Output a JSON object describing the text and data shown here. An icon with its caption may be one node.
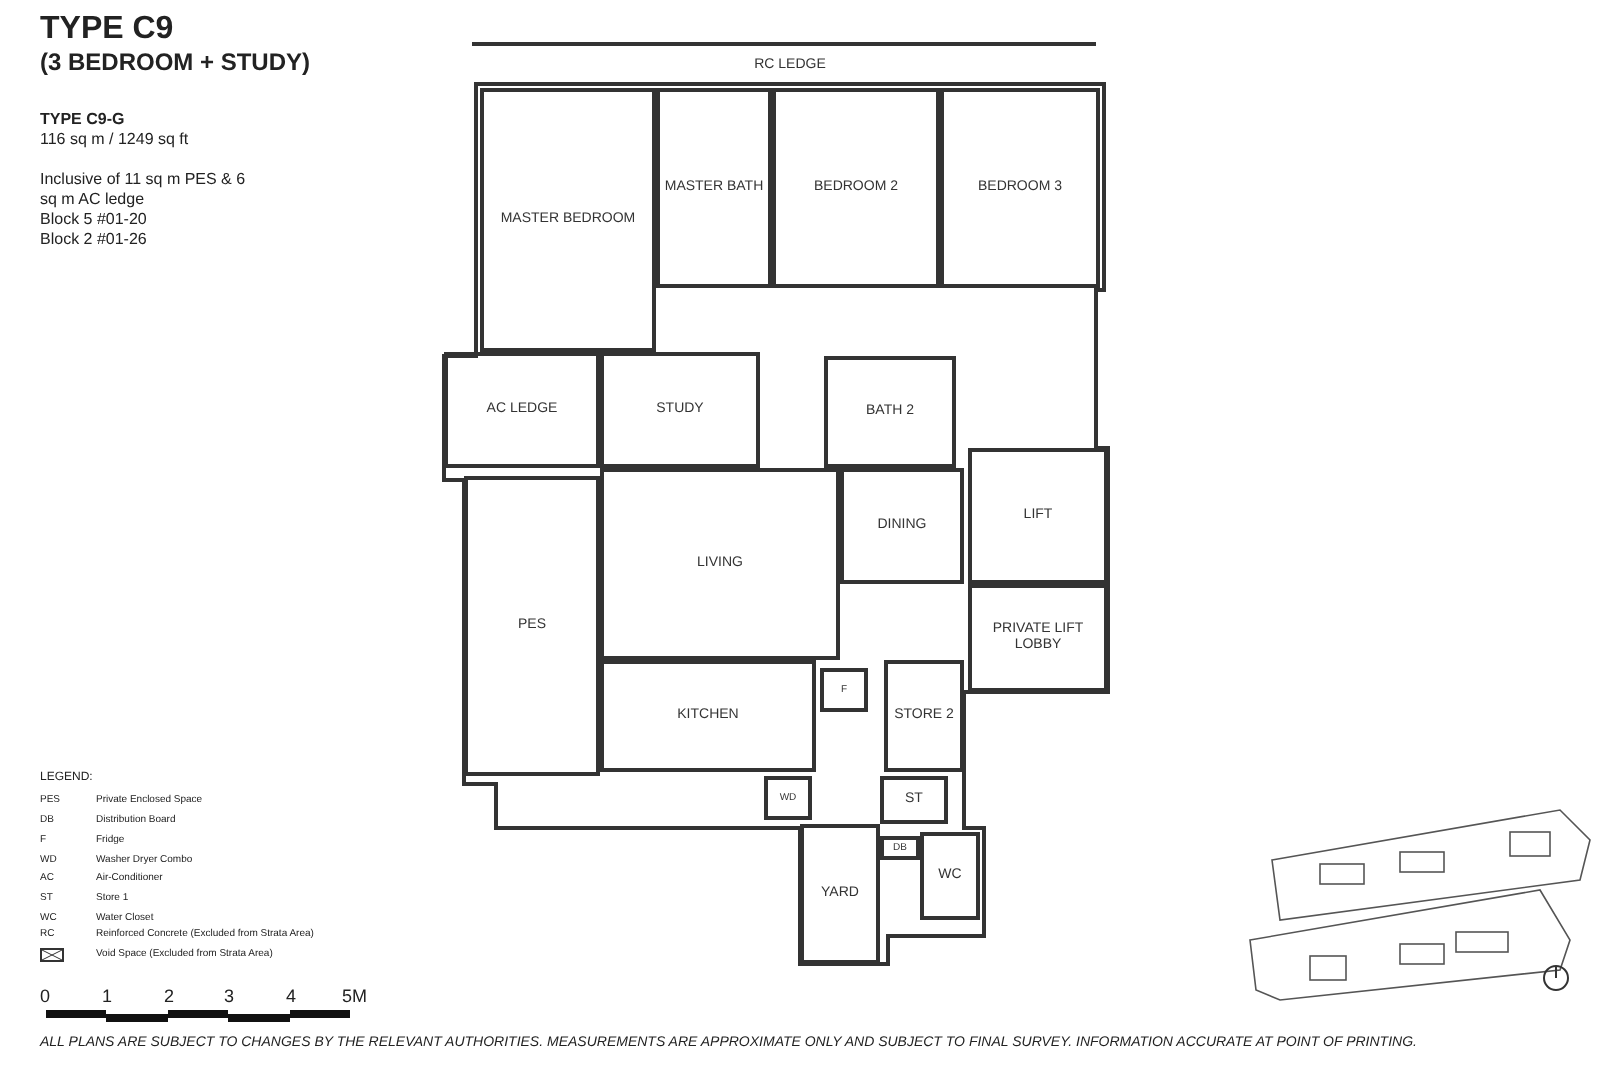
{
  "diagram": {
    "title": "TYPE  C9",
    "caption": "ALL PLANS ARE SUBJECT TO CHANGES BY THE RELEVANT AUTHORITIES. MEASUREMENTS ARE APPROXIMATE ONLY AND SUBJECT TO FINAL SURVEY. INFORMATION ACCURATE AT POINT OF PRINTING.",
    "nodes": [
      {
        "text": [
          "RC LEDGE"
        ]
      },
      {
        "text": [
          "MASTER BEDROOM"
        ]
      },
      {
        "text": [
          "MASTER BATH"
        ]
      },
      {
        "text": [
          "BEDROOM 2"
        ]
      },
      {
        "text": [
          "BEDROOM 3"
        ]
      },
      {
        "text": [
          "AC LEDGE"
        ]
      },
      {
        "text": [
          "STUDY"
        ]
      },
      {
        "text": [
          "BATH 2"
        ]
      },
      {
        "text": [
          "LIFT"
        ]
      },
      {
        "text": [
          "DINING"
        ]
      },
      {
        "text": [
          "LIVING"
        ]
      },
      {
        "text": [
          "PES"
        ]
      },
      {
        "text": [
          "PRIVATE LIFT LOBBY"
        ]
      },
      {
        "text": [
          "F"
        ]
      },
      {
        "text": [
          "STORE 2"
        ]
      },
      {
        "text": [
          "KITCHEN"
        ]
      },
      {
        "text": [
          "WD"
        ]
      },
      {
        "text": [
          "ST"
        ]
      },
      {
        "text": [
          "YARD"
        ]
      },
      {
        "text": [
          "DB"
        ]
      },
      {
        "text": [
          "WC"
        ]
      }
    ],
    "labels": [
      "(3 BEDROOM + STUDY)",
      "TYPE C9-G",
      "116 sq m / 1249 sq ft",
      "Inclusive of 11 sq m PES & 6 sq m AC ledge",
      "Block 5 #01-20",
      "Block 2 #01-26",
      "LEGEND:",
      "PES",
      "Private Enclosed Space",
      "DB",
      "Distribution Board",
      "F",
      "Fridge",
      "WD",
      "Washer Dryer Combo",
      "AC",
      "Air-Conditioner",
      "ST",
      "Store 1",
      "WC",
      "Water Closet",
      "RC",
      "Reinforced Concrete (Excluded from Strata Area)",
      "0",
      "1",
      "2",
      "3",
      "4",
      "5M"
    ],
    "legend": [
      {
        "text": "Void Space (Excluded from Strata Area)"
      }
    ]
  }
}
